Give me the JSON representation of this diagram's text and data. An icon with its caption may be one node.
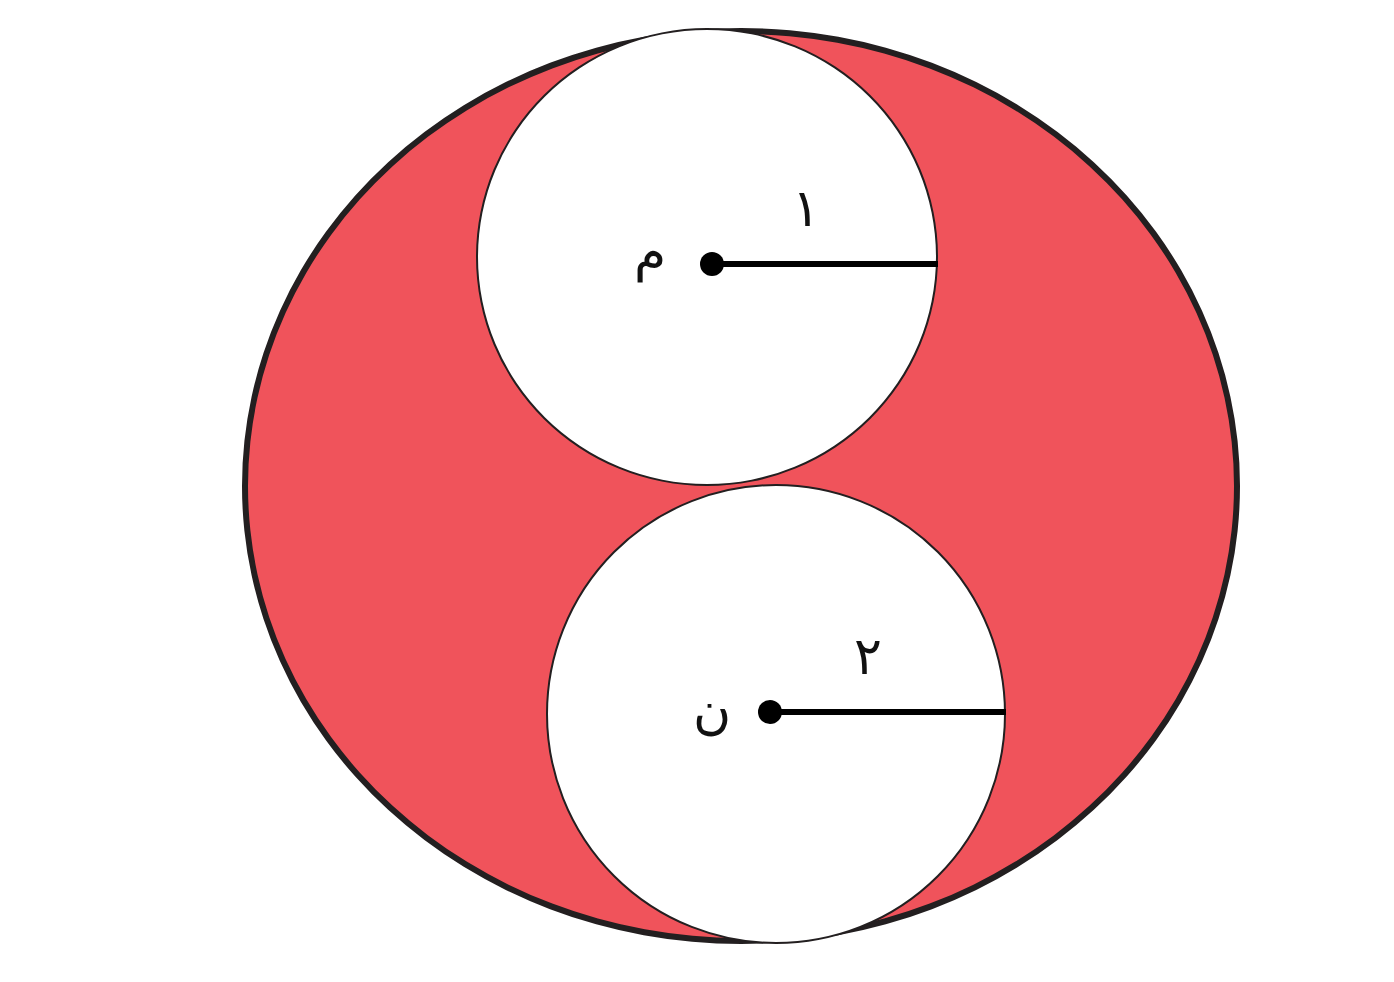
{
  "diagram": {
    "nodes": [
      {
        "text": [],
        "shape": "circle"
      },
      {
        "text": [
          "م",
          "۱"
        ],
        "in": 0
      },
      {
        "text": [
          "ن",
          "۲"
        ],
        "in": 0
      }
    ]
  }
}
